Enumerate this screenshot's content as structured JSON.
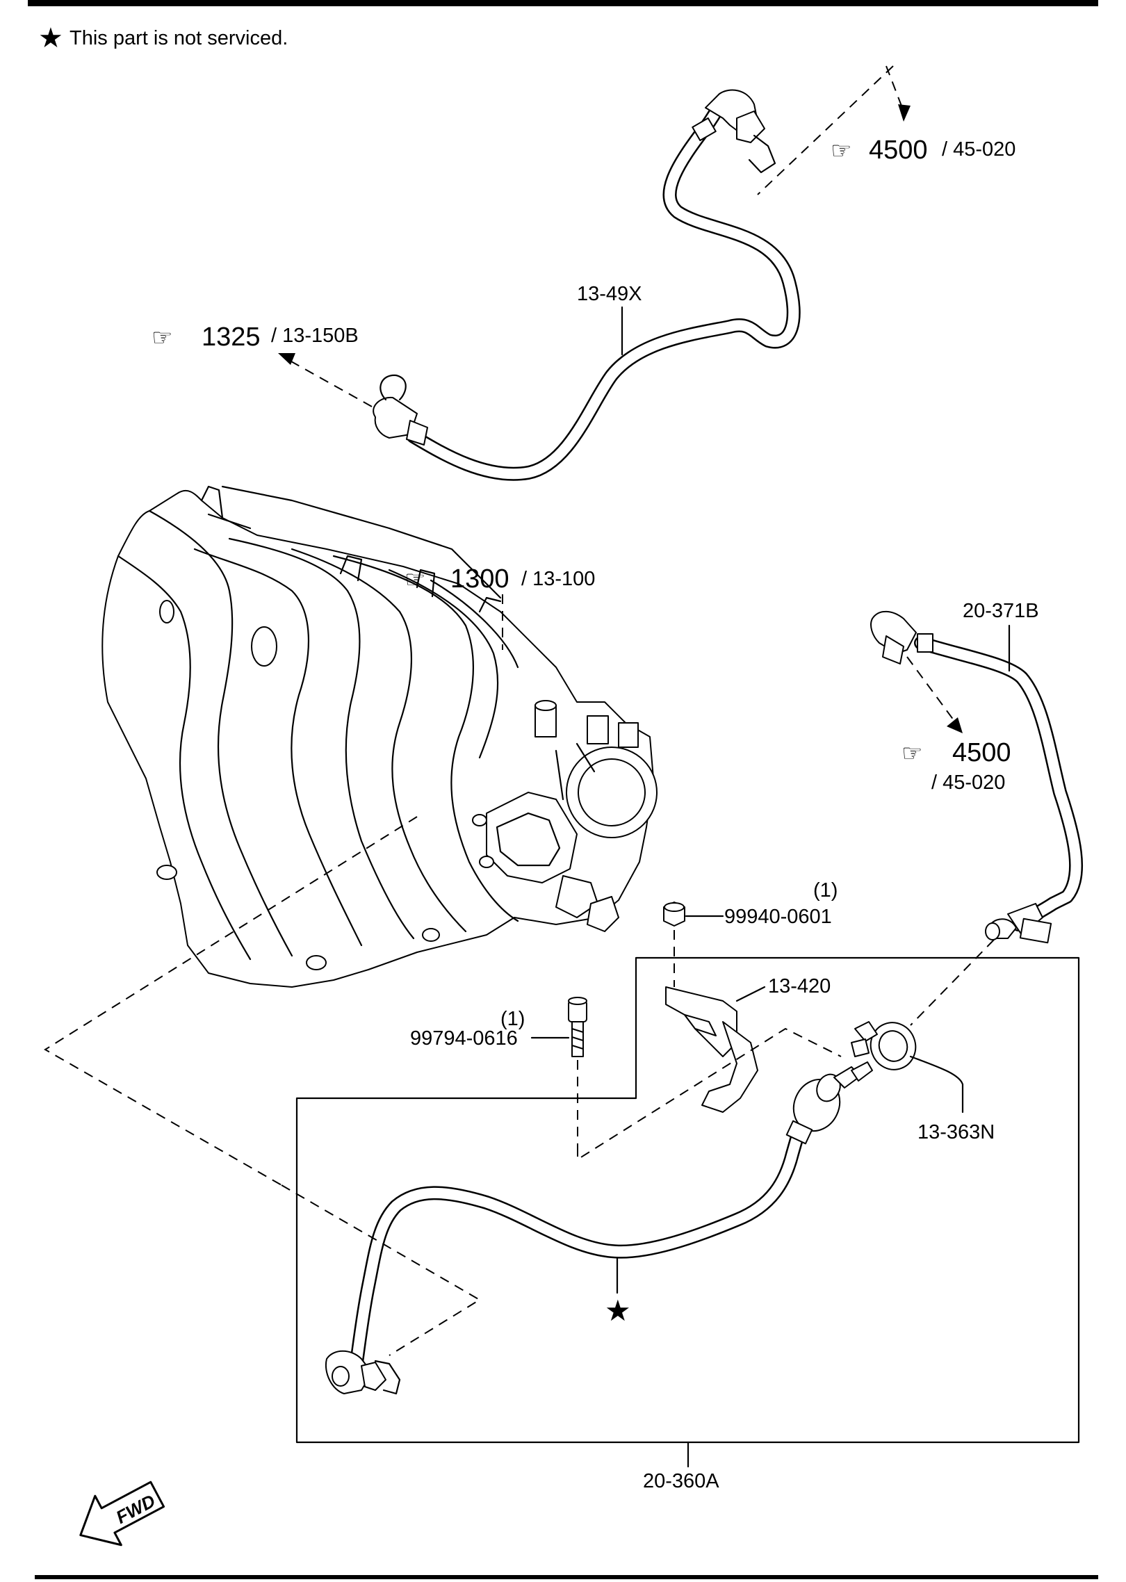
{
  "note": {
    "text": "This part is not serviced.",
    "symbol": "★"
  },
  "references": [
    {
      "id": "ref-4500-top",
      "main": "4500",
      "sub": "/ 45-020"
    },
    {
      "id": "ref-1325",
      "main": "1325",
      "sub": "/ 13-150B"
    },
    {
      "id": "ref-1300",
      "main": "1300",
      "sub": "/ 13-100"
    },
    {
      "id": "ref-4500-right",
      "main": "4500",
      "sub": "/ 45-020"
    }
  ],
  "parts": {
    "hose_13_49x": "13-49X",
    "hose_20_371b": "20-371B",
    "nut_qty": "(1)",
    "nut": "99940-0601",
    "bracket": "13-420",
    "bolt_qty": "(1)",
    "bolt": "99794-0616",
    "clamp": "13-363N",
    "assembly": "20-360A",
    "star_marker": "★"
  },
  "direction_arrow": {
    "text": "FWD"
  },
  "colors": {
    "line": "#000000",
    "background": "#ffffff"
  }
}
